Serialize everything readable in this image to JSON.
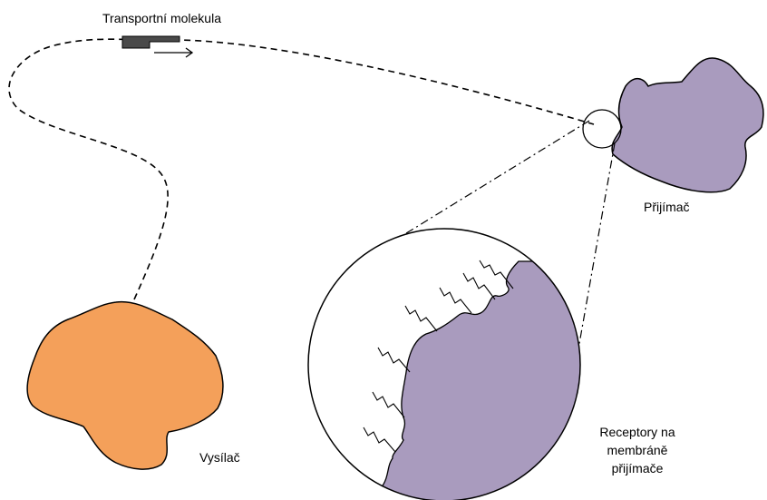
{
  "labels": {
    "transport_molecule": "Transportní molekula",
    "receiver": "Přijímač",
    "sender": "Vysílač",
    "receptors_line1": "Receptory na",
    "receptors_line2": "membráně",
    "receptors_line3": "přijímače"
  },
  "colors": {
    "sender_fill": "#F4A05A",
    "receiver_fill": "#A99BBE",
    "molecule_fill": "#4A4A4A",
    "stroke": "#000000",
    "background": "#FFFFFF"
  }
}
